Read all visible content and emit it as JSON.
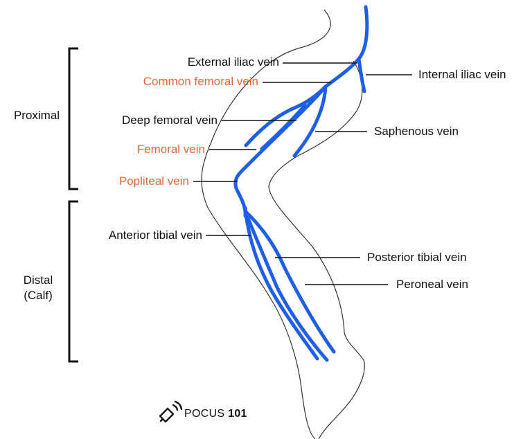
{
  "groups": {
    "proximal": "Proximal",
    "distal_line1": "Distal",
    "distal_line2": "(Calf)"
  },
  "labels": {
    "external_iliac": "External iliac vein",
    "common_femoral": "Common femoral vein",
    "deep_femoral": "Deep femoral vein",
    "femoral": "Femoral vein",
    "popliteal": "Popliteal vein",
    "anterior_tibial": "Anterior tibial vein",
    "internal_iliac": "Internal iliac vein",
    "saphenous": "Saphenous vein",
    "posterior_tibial": "Posterior tibial vein",
    "peroneal": "Peroneal vein"
  },
  "brand": {
    "name": "POCUS",
    "number": "101"
  },
  "colors": {
    "vein": "#1f5ee8",
    "highlight": "#e8643c",
    "outline": "#333333"
  }
}
